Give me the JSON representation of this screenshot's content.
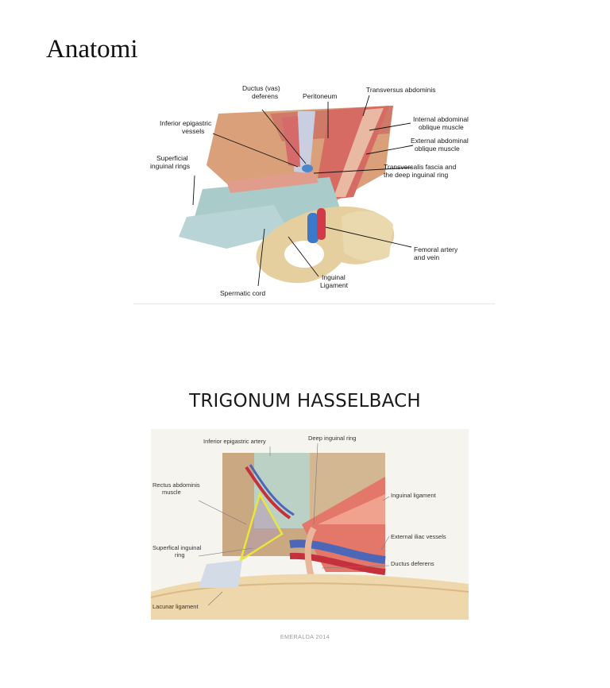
{
  "page": {
    "title": "Anatomi",
    "section_title": "TRIGONUM HASSELBACH",
    "credit": "EMERALDA 2014"
  },
  "figure1": {
    "labels": {
      "ductus_1": "Ductus (vas)",
      "ductus_2": "deferens",
      "peritoneum": "Peritoneum",
      "transversus": "Transversus abdominis",
      "inf_epi_1": "Inferior epigastric",
      "inf_epi_2": "vessels",
      "int_obl_1": "Internal abdominal",
      "int_obl_2": "oblique muscle",
      "ext_obl_1": "External abdominal",
      "ext_obl_2": "oblique muscle",
      "sup_ring_1": "Superficial",
      "sup_ring_2": "inguinal rings",
      "transv_1": "Transversalis fascia and",
      "transv_2": "the deep inguinal ring",
      "femoral_1": "Femoral artery",
      "femoral_2": "and vein",
      "inguinal_1": "Inguinal",
      "inguinal_2": "Ligament",
      "spermatic": "Spermatic cord"
    }
  },
  "figure2": {
    "labels": {
      "inf_epi_artery": "Inferior epigastric artery",
      "deep_ring": "Deep inguinal ring",
      "rectus_1": "Rectus abdominis",
      "rectus_2": "muscle",
      "inguinal_lig": "Inguinal ligament",
      "ext_iliac": "External iliac vessels",
      "sup_ring_1": "Superfical inguinal",
      "sup_ring_2": "ring",
      "ductus": "Ductus deferens",
      "lacunar": "Lacunar ligament"
    }
  }
}
